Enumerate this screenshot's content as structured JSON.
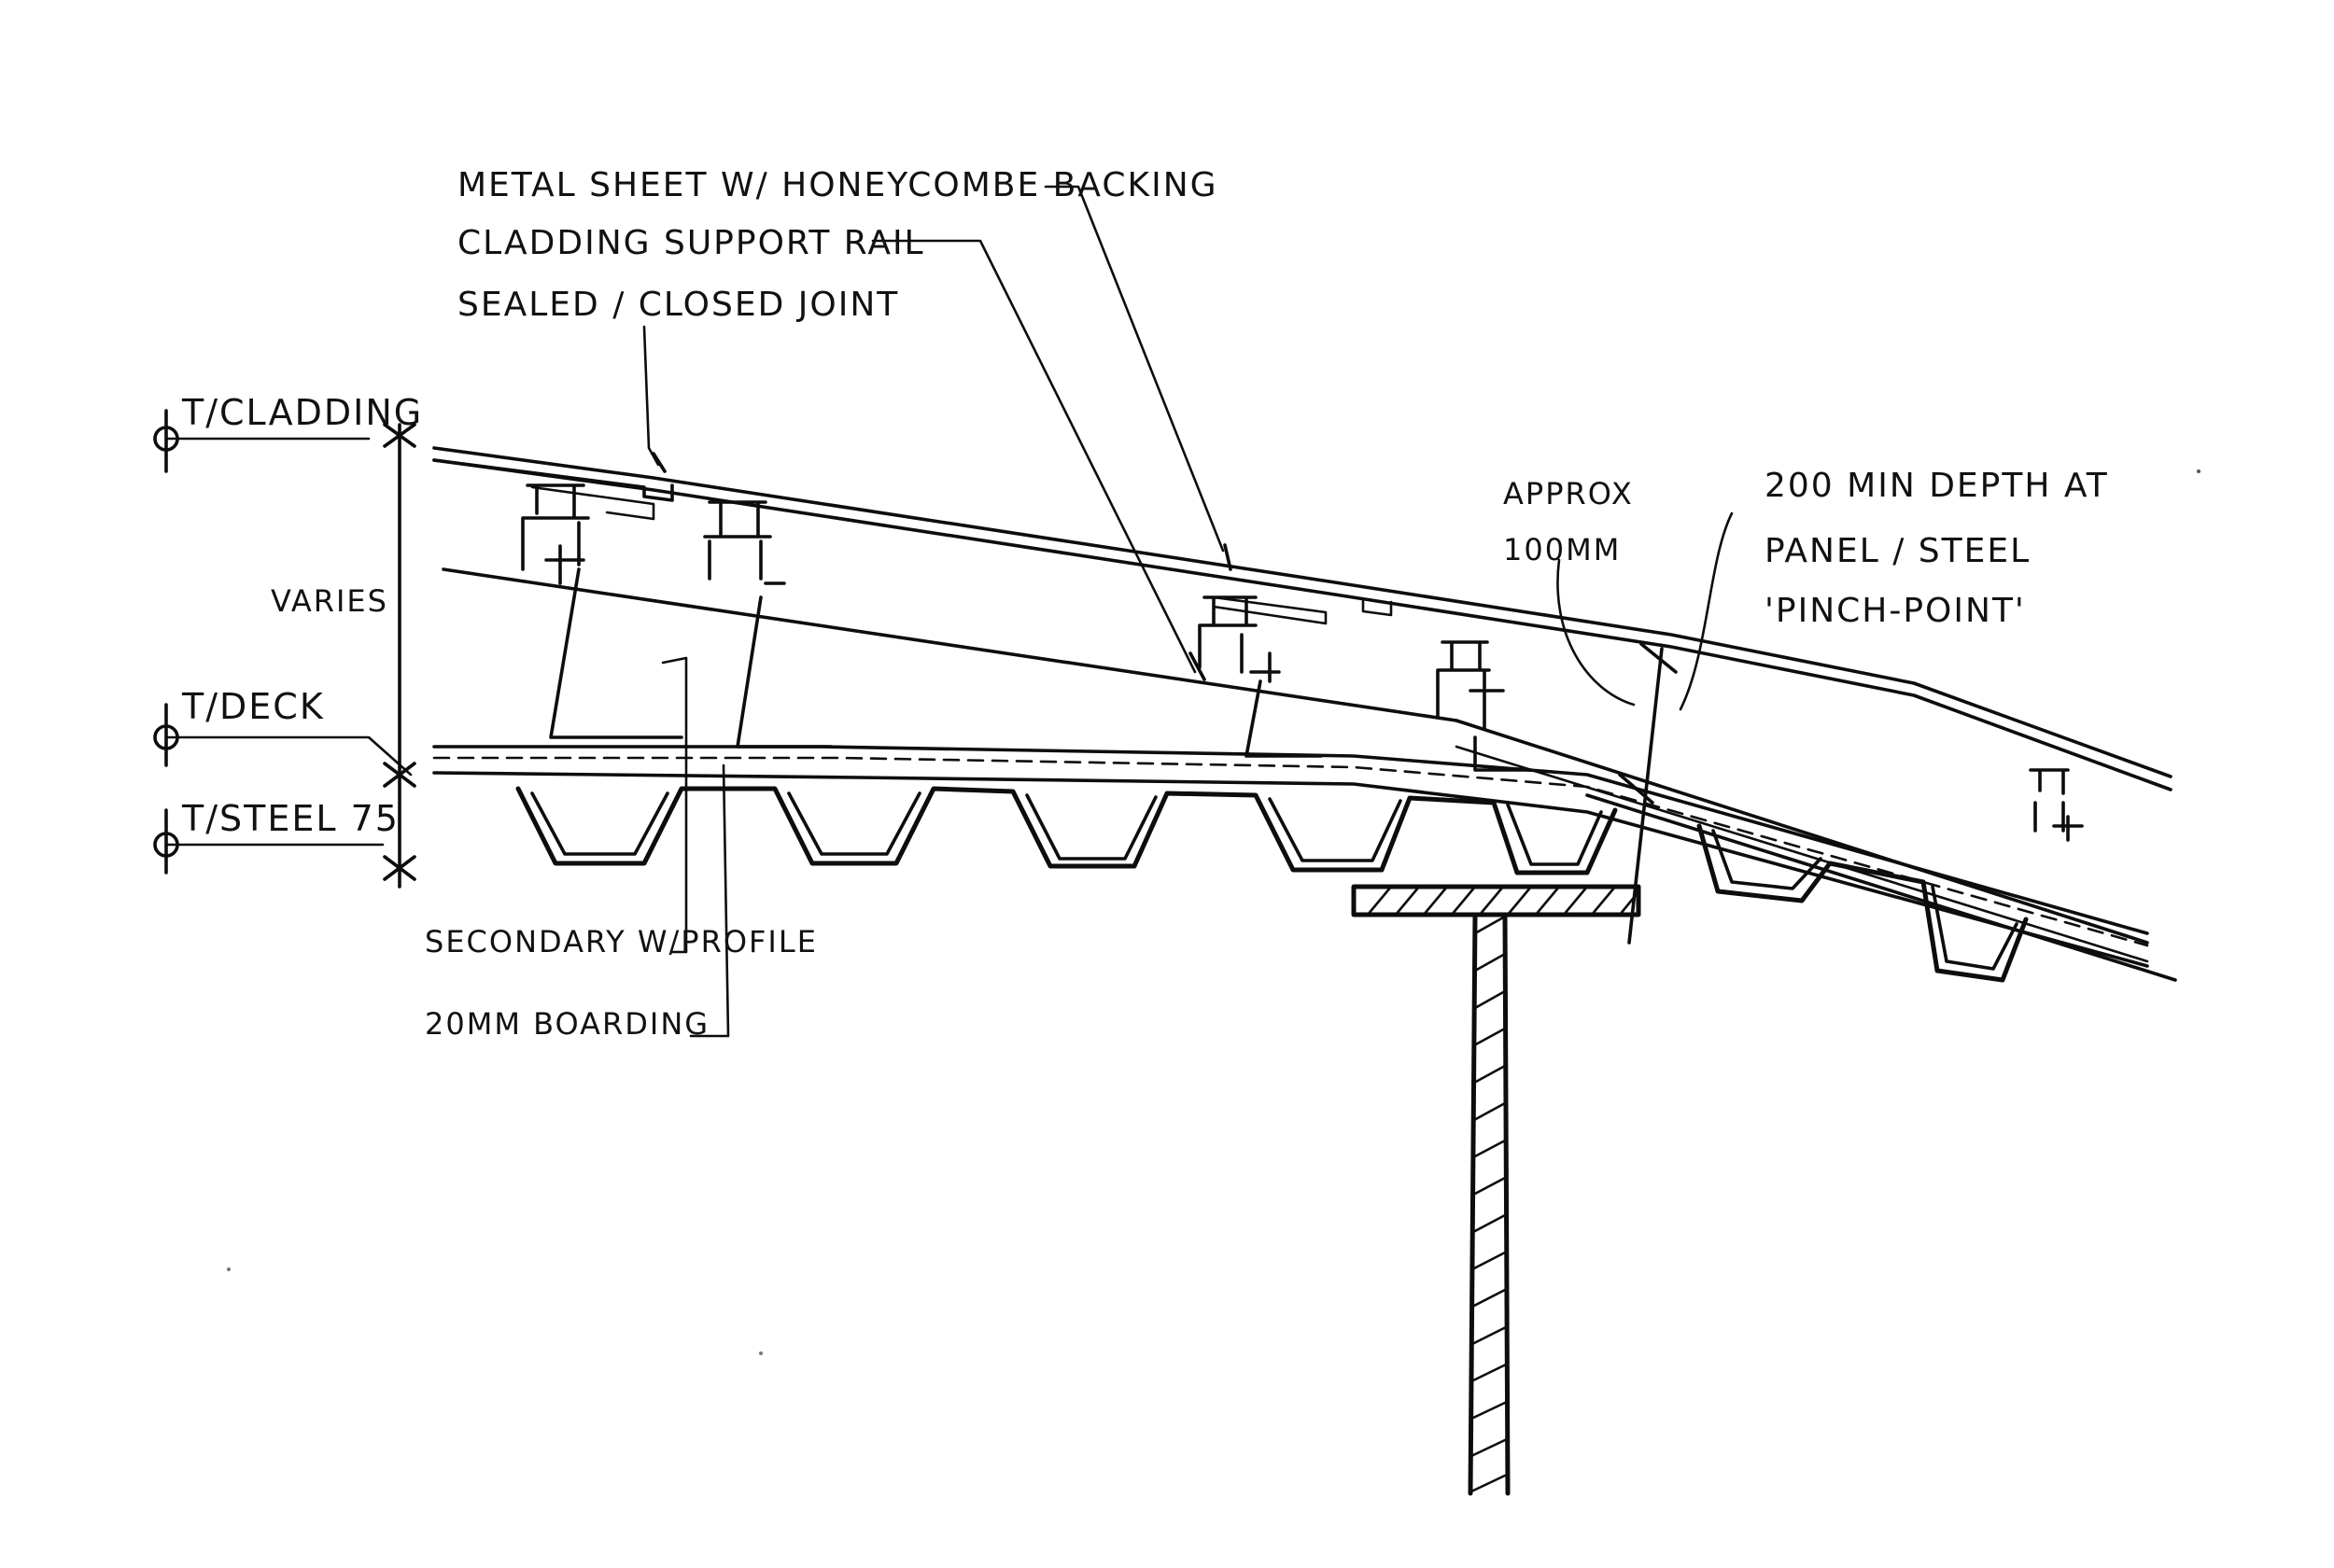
{
  "colors": {
    "ink": "#0d0d0d",
    "paper": "#ffffff"
  },
  "levels": {
    "cladding": "T/CLADDING",
    "deck": "T/DECK",
    "steel": "T/STEEL 75"
  },
  "dimensions": {
    "varies": "VARIES"
  },
  "annotations": {
    "metal_sheet": "METAL SHEET W/ HONEYCOMBE BACKING",
    "support_rail": "CLADDING SUPPORT RAIL",
    "sealed_joint": "SEALED / CLOSED JOINT",
    "approx_line1": "APPROX",
    "approx_line2": "100MM",
    "min_depth_line1": "200 MIN DEPTH AT",
    "min_depth_line2": "PANEL / STEEL",
    "min_depth_line3": "'PINCH-POINT'",
    "secondary": "SECONDARY W/PROFILE",
    "boarding": "20MM BOARDING"
  }
}
